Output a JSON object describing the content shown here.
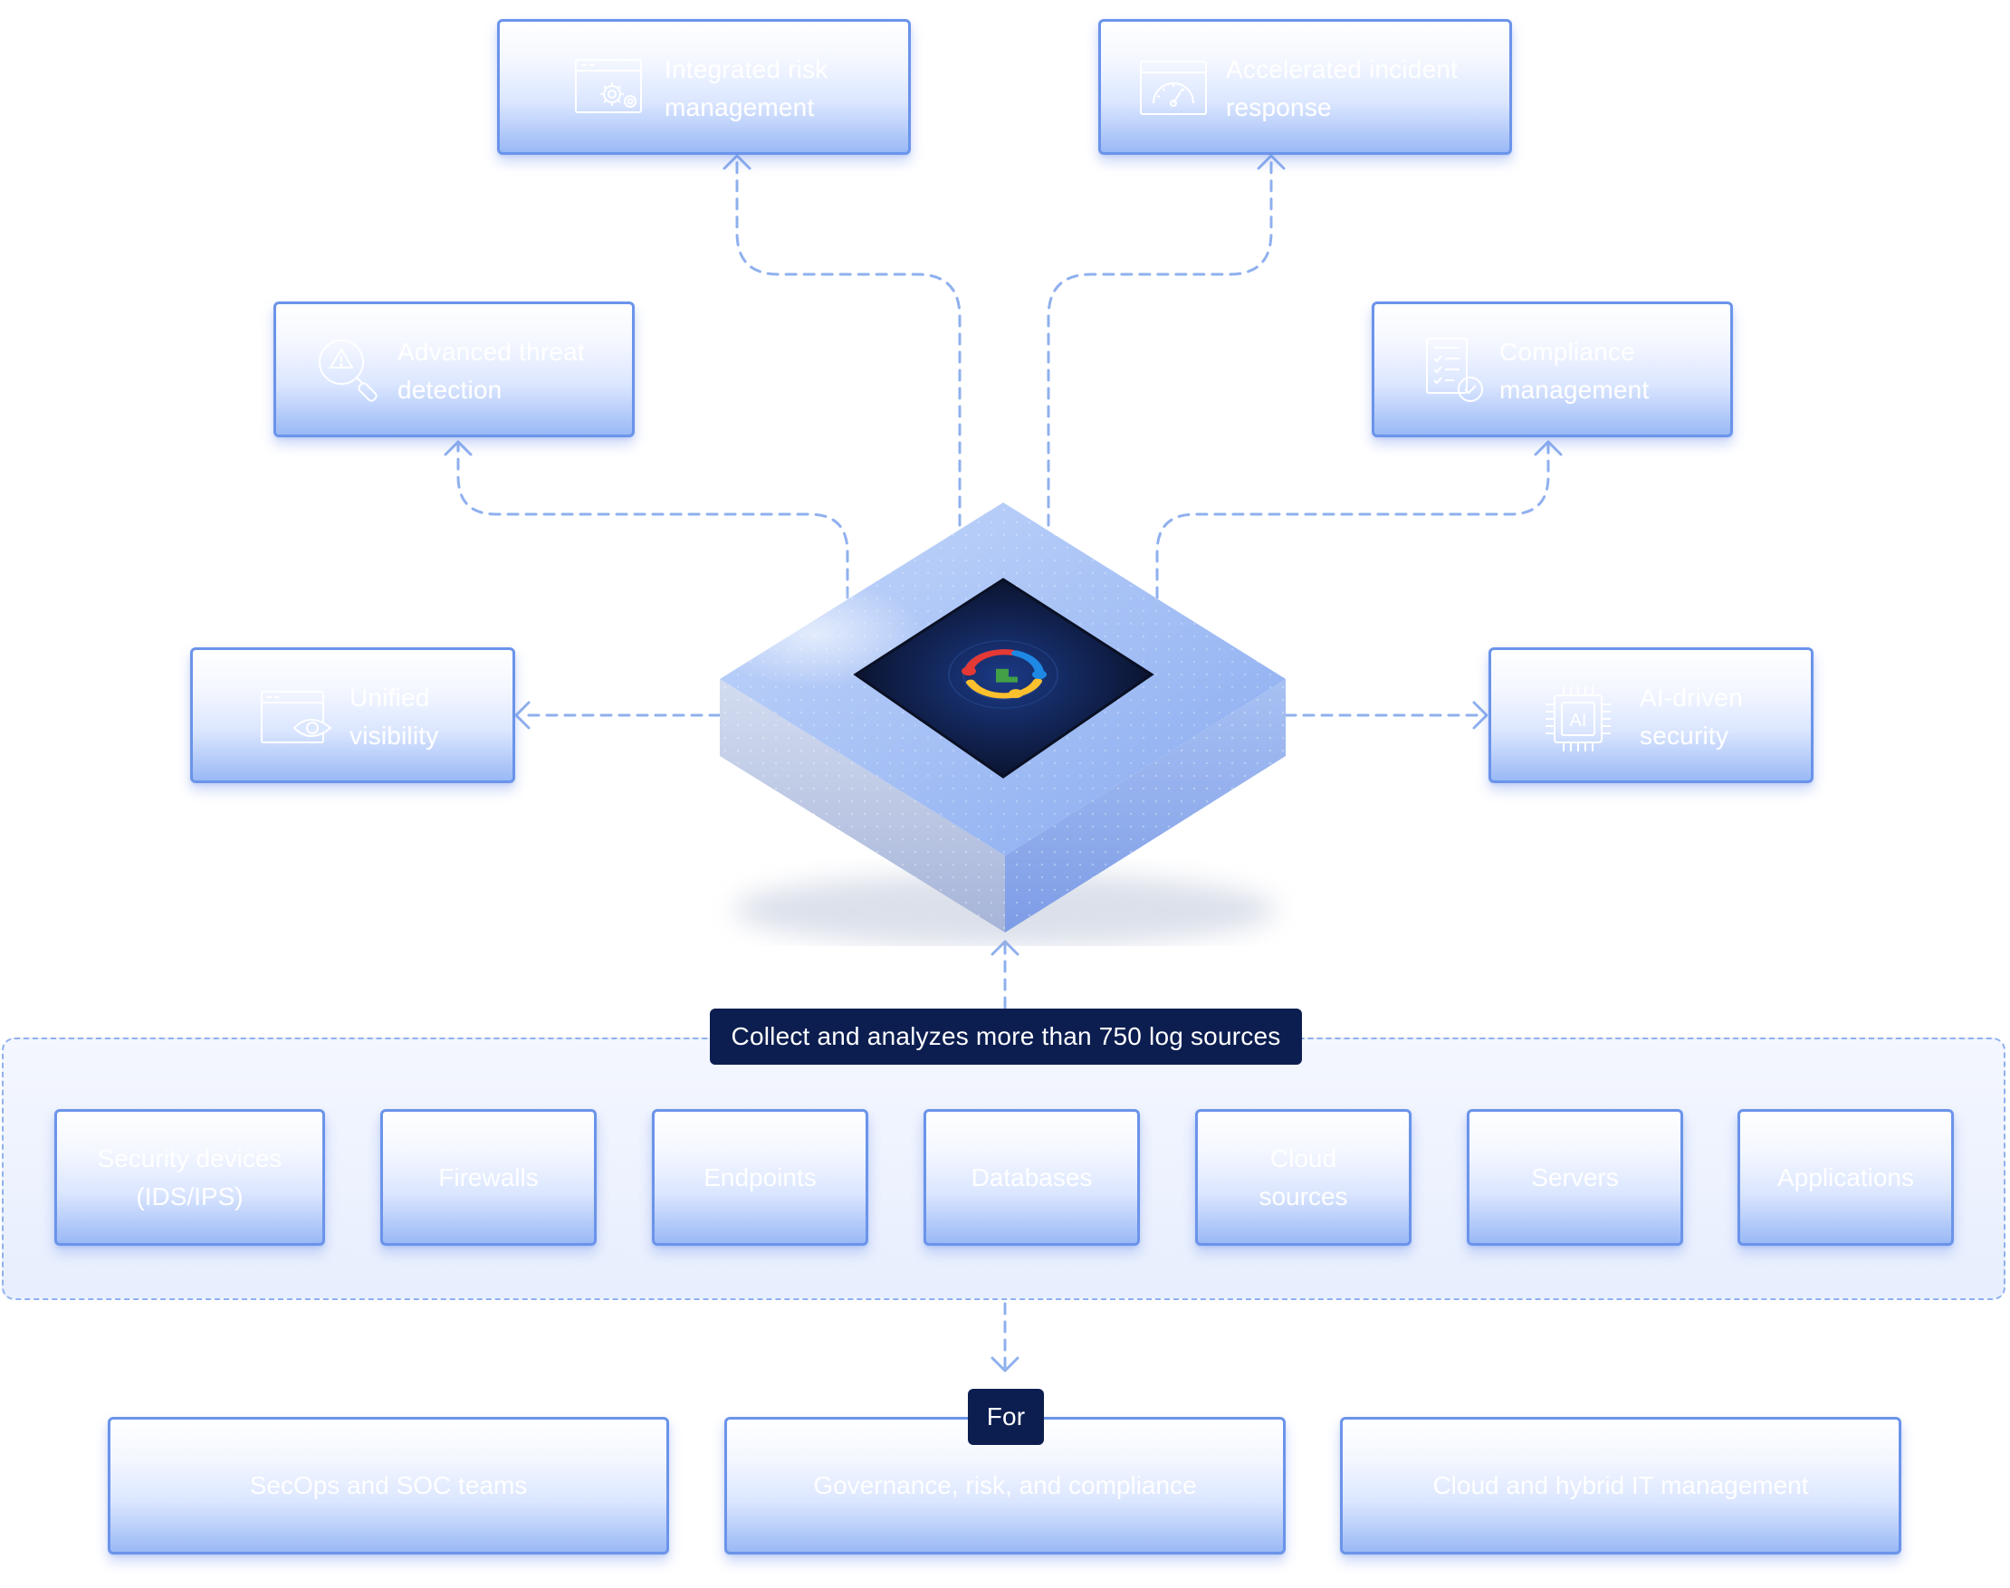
{
  "features": {
    "risk": {
      "label": "Integrated risk\nmanagement",
      "icon": "gear-window-icon"
    },
    "incident": {
      "label": "Accelerated incident\nresponse",
      "icon": "speedometer-icon"
    },
    "threat": {
      "label": "Advanced threat\ndetection",
      "icon": "magnifier-warning-icon"
    },
    "compliance": {
      "label": "Compliance\nmanagement",
      "icon": "checklist-icon"
    },
    "visibility": {
      "label": "Unified\nvisibility",
      "icon": "eye-window-icon"
    },
    "ai": {
      "label": "AI-driven\nsecurity",
      "icon": "ai-chip-icon",
      "chip_text": "AI"
    }
  },
  "sources_title": "Collect and analyzes more than 750 log sources",
  "sources": [
    "Security devices\n(IDS/IPS)",
    "Firewalls",
    "Endpoints",
    "Databases",
    "Cloud\nsources",
    "Servers",
    "Applications"
  ],
  "for_label": "For",
  "audiences": [
    "SecOps and SOC teams",
    "Governance, risk, and compliance",
    "Cloud and hybrid IT management"
  ],
  "colors": {
    "accent": "#6b94ea",
    "connector": "#8fb0ee",
    "connector_dark": "#7d8aa6",
    "pill_bg": "#0c1e50",
    "chip_bg": "#0b1430"
  }
}
